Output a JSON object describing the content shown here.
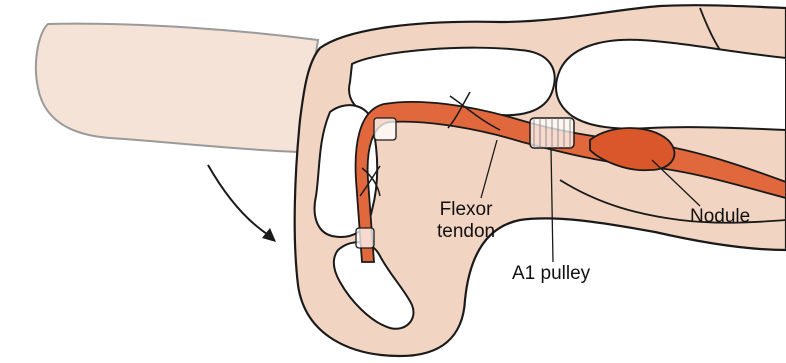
{
  "labels": {
    "flexor_line1": "Flexor",
    "flexor_line2": "tendon",
    "a1_pulley": "A1 pulley",
    "nodule": "Nodule"
  },
  "colors": {
    "skin": "#f1d5c2",
    "ghost_finger": "#f5e3d8",
    "bone": "#ffffff",
    "tendon": "#e0683c",
    "nodule": "#d9572b",
    "outline": "#1a1a1a",
    "ghost_outline": "#9a9a9a"
  }
}
